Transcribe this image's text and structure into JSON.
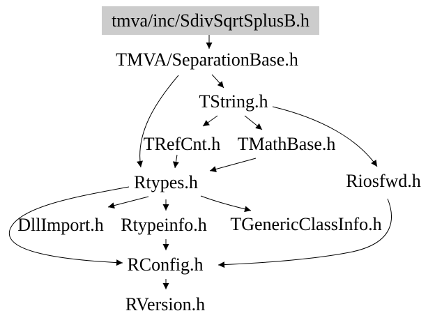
{
  "diagram": {
    "kind": "include-dependency-graph",
    "colors": {
      "background": "#ffffff",
      "line": "#000000",
      "text": "#000000",
      "highlight_node_background": "#cccccc"
    },
    "nodes": [
      {
        "label": "tmva/inc/SdivSqrtSplusB.h",
        "highlighted": true
      },
      {
        "label": "TMVA/SeparationBase.h"
      },
      {
        "label": "TString.h"
      },
      {
        "label": "TRefCnt.h"
      },
      {
        "label": "TMathBase.h"
      },
      {
        "label": "Rtypes.h"
      },
      {
        "label": "Riosfwd.h"
      },
      {
        "label": "DllImport.h"
      },
      {
        "label": "Rtypeinfo.h"
      },
      {
        "label": "TGenericClassInfo.h"
      },
      {
        "label": "RConfig.h"
      },
      {
        "label": "RVersion.h"
      }
    ],
    "edges": [
      {
        "from": "tmva/inc/SdivSqrtSplusB.h",
        "to": "TMVA/SeparationBase.h"
      },
      {
        "from": "TMVA/SeparationBase.h",
        "to": "TString.h"
      },
      {
        "from": "TMVA/SeparationBase.h",
        "to": "Rtypes.h"
      },
      {
        "from": "TString.h",
        "to": "TRefCnt.h"
      },
      {
        "from": "TString.h",
        "to": "TMathBase.h"
      },
      {
        "from": "TString.h",
        "to": "Riosfwd.h"
      },
      {
        "from": "TRefCnt.h",
        "to": "Rtypes.h"
      },
      {
        "from": "TMathBase.h",
        "to": "Rtypes.h"
      },
      {
        "from": "Rtypes.h",
        "to": "DllImport.h"
      },
      {
        "from": "Rtypes.h",
        "to": "Rtypeinfo.h"
      },
      {
        "from": "Rtypes.h",
        "to": "TGenericClassInfo.h"
      },
      {
        "from": "Rtypes.h",
        "to": "RConfig.h"
      },
      {
        "from": "Rtypeinfo.h",
        "to": "RConfig.h"
      },
      {
        "from": "Riosfwd.h",
        "to": "RConfig.h"
      },
      {
        "from": "RConfig.h",
        "to": "RVersion.h"
      }
    ]
  }
}
